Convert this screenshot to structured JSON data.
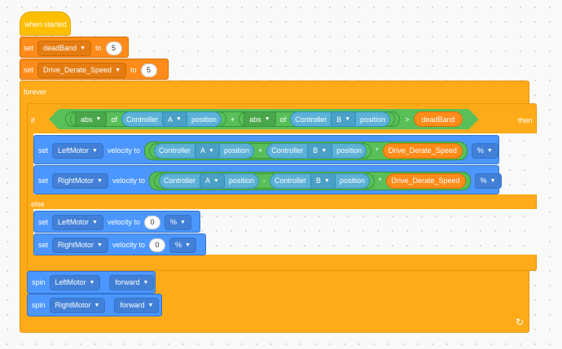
{
  "event": {
    "label": "when started"
  },
  "set1": {
    "set": "set",
    "var": "deadBand",
    "to": "to",
    "value": "5"
  },
  "set2": {
    "set": "set",
    "var": "Drive_Derate_Speed",
    "to": "to",
    "value": "5"
  },
  "forever": {
    "label": "forever",
    "loop_icon": "loop-arrow-icon"
  },
  "if_block": {
    "if": "if",
    "then": "then",
    "else": "else",
    "abs1": "abs",
    "of1": "of",
    "controller1": "Controller",
    "axis1": "A",
    "position1": "position",
    "plus": "+",
    "abs2": "abs",
    "of2": "of",
    "controller2": "Controller",
    "axis2": "B",
    "position2": "position",
    "gt": ">",
    "deadband_var": "deadBand"
  },
  "set_left": {
    "set": "set",
    "motor": "LeftMotor",
    "velocity_to": "velocity to",
    "controller_a": "Controller",
    "axis_a": "A",
    "position_a": "position",
    "op": "+",
    "controller_b": "Controller",
    "axis_b": "B",
    "position_b": "position",
    "times": "*",
    "var": "Drive_Derate_Speed",
    "unit": "%"
  },
  "set_right": {
    "set": "set",
    "motor": "RightMotor",
    "velocity_to": "velocity to",
    "controller_a": "Controller",
    "axis_a": "A",
    "position_a": "position",
    "op": "-",
    "controller_b": "Controller",
    "axis_b": "B",
    "position_b": "position",
    "times": "*",
    "var": "Drive_Derate_Speed",
    "unit": "%"
  },
  "else_left": {
    "set": "set",
    "motor": "LeftMotor",
    "velocity_to": "velocity to",
    "value": "0",
    "unit": "%"
  },
  "else_right": {
    "set": "set",
    "motor": "RightMotor",
    "velocity_to": "velocity to",
    "value": "0",
    "unit": "%"
  },
  "spin_left": {
    "spin": "spin",
    "motor": "LeftMotor",
    "dir": "forward"
  },
  "spin_right": {
    "spin": "spin",
    "motor": "RightMotor",
    "dir": "forward"
  },
  "colors": {
    "events": "#ffbf00",
    "control": "#ffab19",
    "variables": "#ff8c1a",
    "motion": "#4c97ff",
    "operators": "#59c059",
    "sensing": "#5cb1d6"
  }
}
